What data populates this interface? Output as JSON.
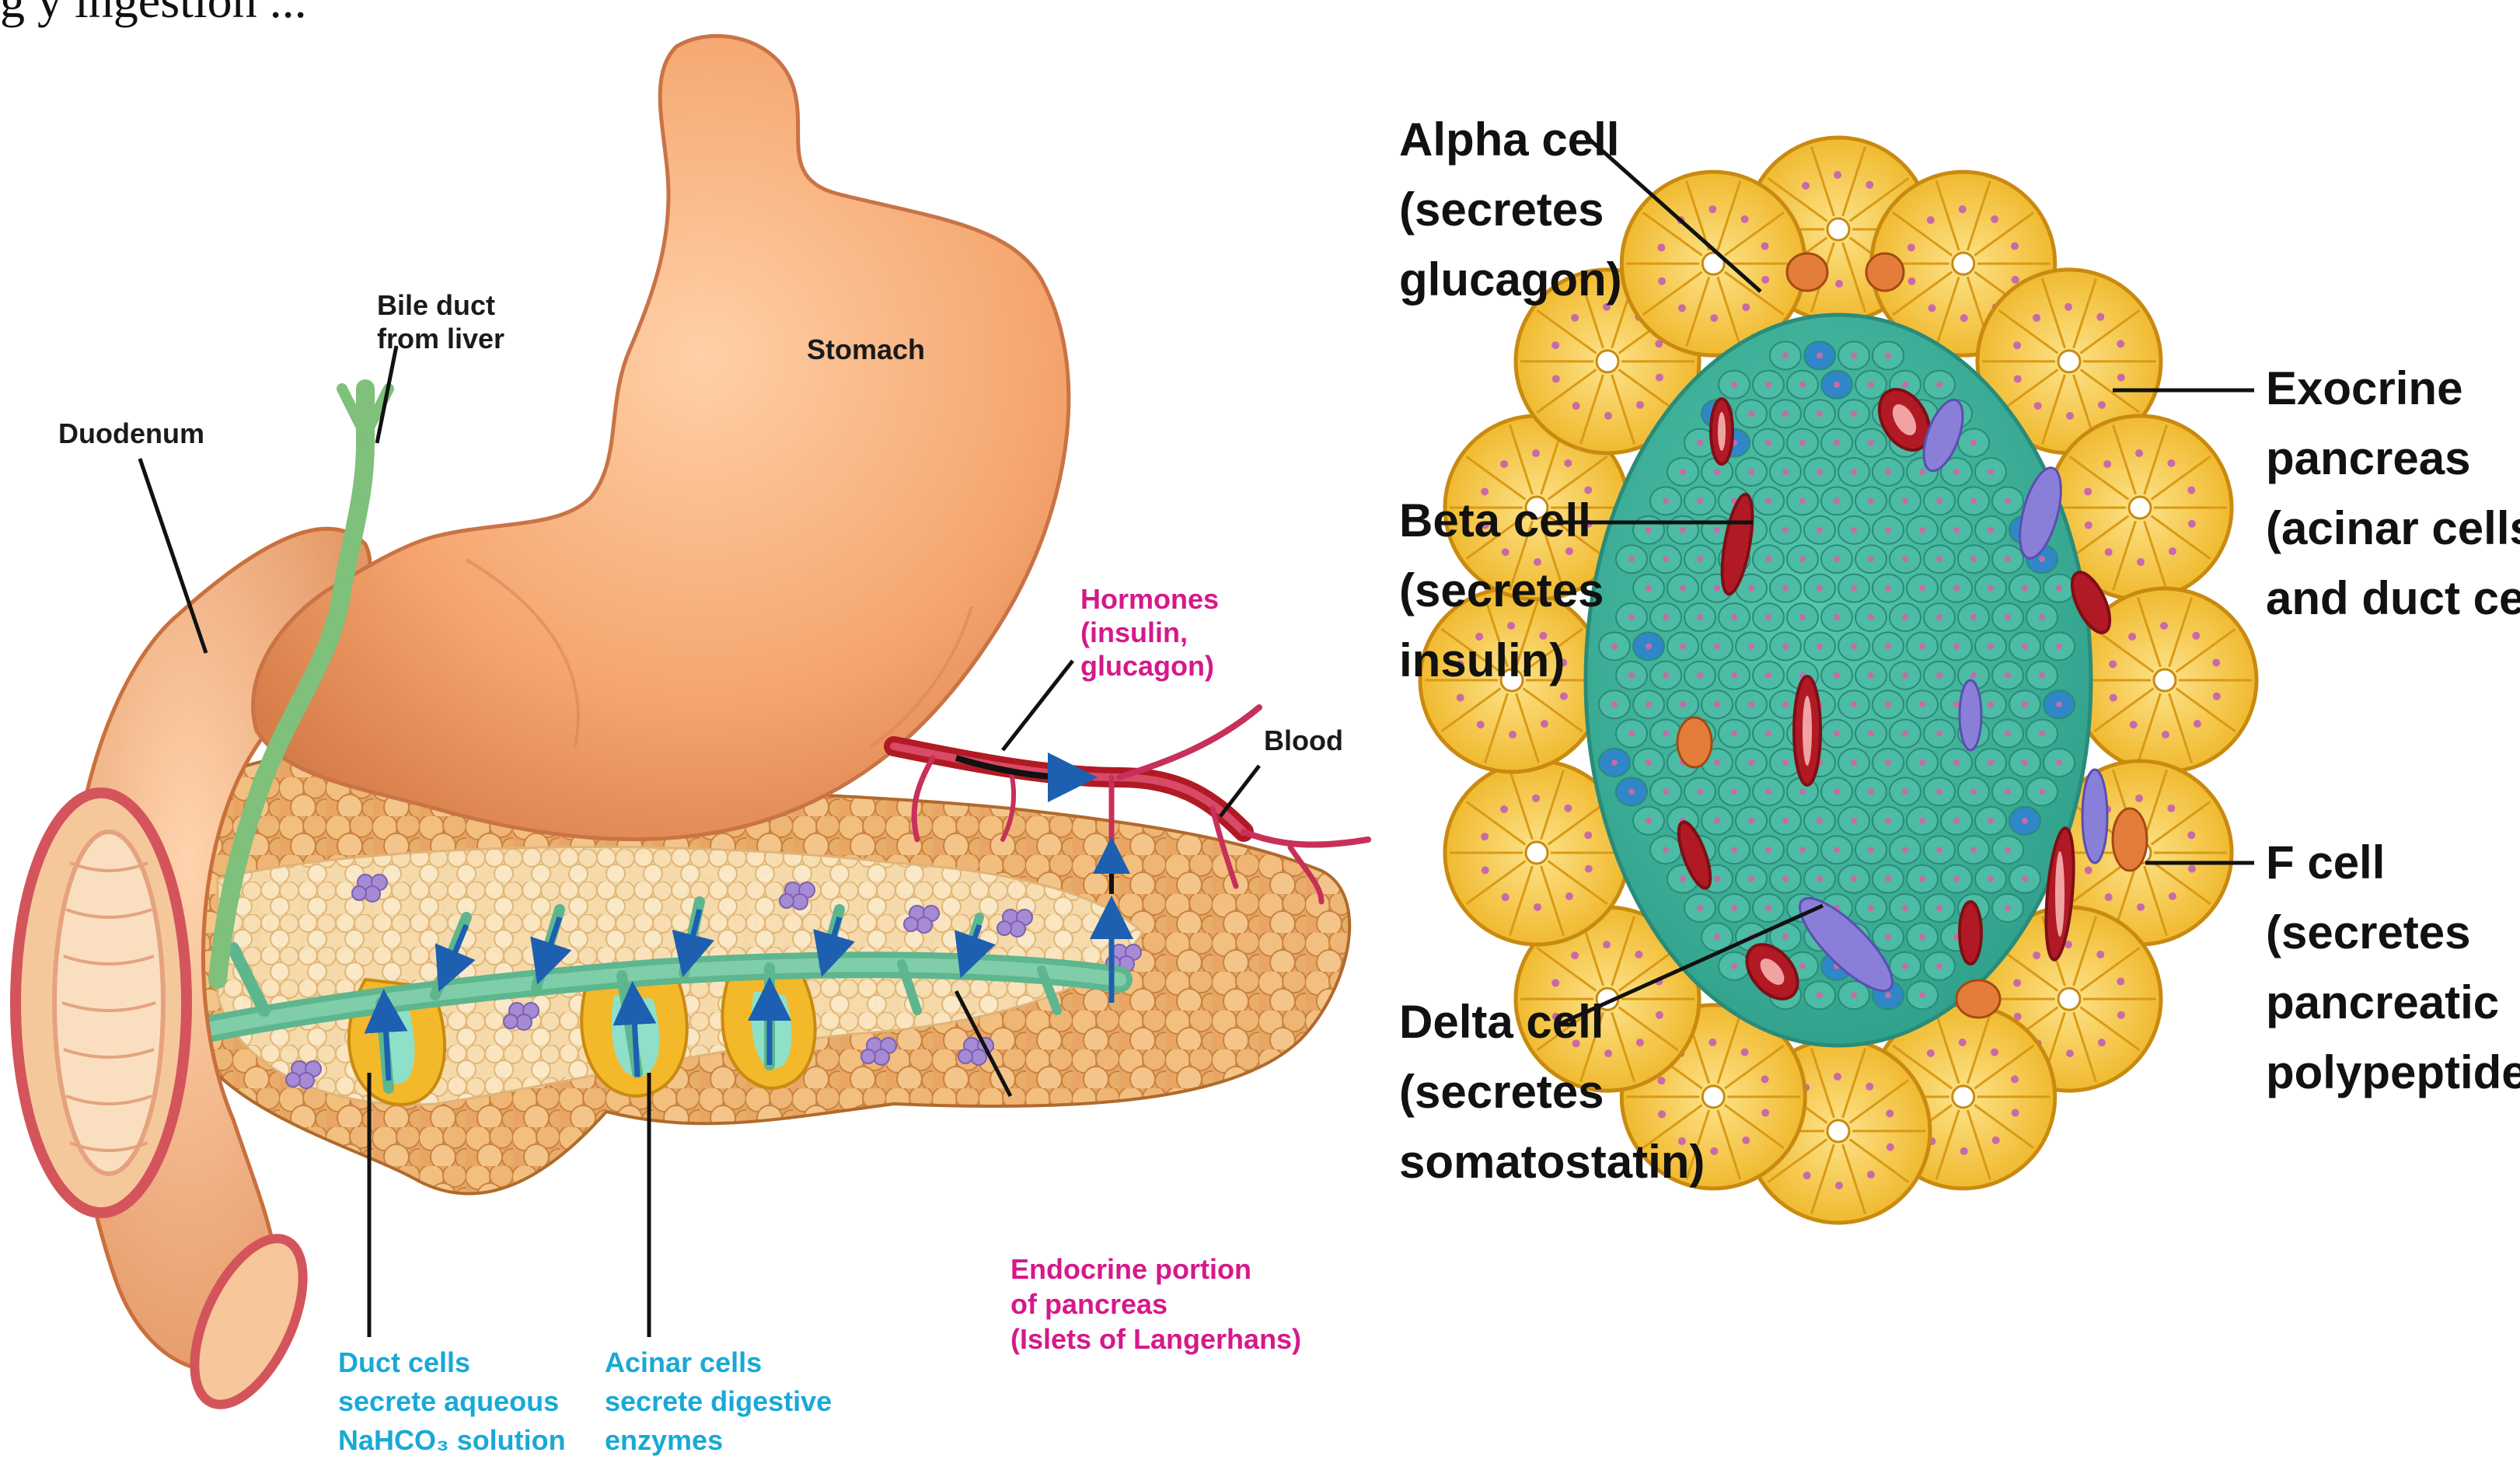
{
  "header_fragment": "g y ingestion  ... ",
  "colors": {
    "pink_label": "#d6188a",
    "cyan_label": "#19a9d6",
    "dark_label": "#1a1a1a",
    "stomach": "#f4a46f",
    "pancreas": "#e9a05c",
    "acinar_yellow": "#f7c631",
    "islet_green": "#3fb39a",
    "blood_red": "#b11a24"
  },
  "left_diagram": {
    "labels": {
      "bile_duct_1": "Bile duct",
      "bile_duct_2": "from liver",
      "stomach": "Stomach",
      "duodenum": "Duodenum",
      "hormones_1": "Hormones",
      "hormones_2": "(insulin,",
      "hormones_3": "glucagon)",
      "blood": "Blood",
      "endocrine_1": "Endocrine portion",
      "endocrine_2": "of pancreas",
      "endocrine_3": "(Islets of Langerhans)",
      "duct_cells_1": "Duct cells",
      "duct_cells_2": "secrete aqueous",
      "duct_cells_3": "NaHCO₃ solution",
      "acinar_cells_1": "Acinar cells",
      "acinar_cells_2": "secrete digestive",
      "acinar_cells_3": "enzymes"
    }
  },
  "right_diagram": {
    "labels": {
      "alpha_1": "Alpha cell",
      "alpha_2": "(secretes",
      "alpha_3": "glucagon)",
      "beta_1": "Beta cell",
      "beta_2": "(secretes",
      "beta_3": "insulin)",
      "delta_1": "Delta cell",
      "delta_2": "(secretes",
      "delta_3": "somatostatin)",
      "exocrine_1": "Exocrine",
      "exocrine_2": "pancreas",
      "exocrine_3": "(acinar cells",
      "exocrine_4": "and duct cells)",
      "fcell_1": "F cell",
      "fcell_2": "(secretes",
      "fcell_3": "pancreatic",
      "fcell_4": "polypeptide)"
    }
  }
}
